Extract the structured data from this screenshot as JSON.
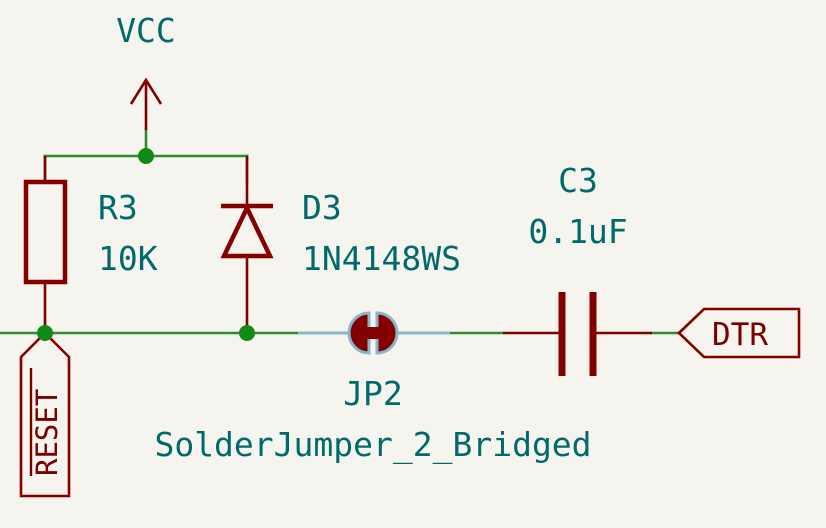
{
  "power": {
    "vcc_label": "VCC"
  },
  "r3": {
    "ref": "R3",
    "value": "10K"
  },
  "d3": {
    "ref": "D3",
    "value": "1N4148WS"
  },
  "c3": {
    "ref": "C3",
    "value": "0.1uF"
  },
  "jp2": {
    "ref": "JP2",
    "value": "SolderJumper_2_Bridged"
  },
  "labels": {
    "dtr": "DTR",
    "reset": "RESET"
  },
  "colors": {
    "background": "#f5f4ef",
    "wire": "#2e8b2e",
    "junction": "#0f8a14",
    "component": "#840000",
    "text_ref": "#006a6a",
    "jumper_outline": "#87b6c8"
  }
}
